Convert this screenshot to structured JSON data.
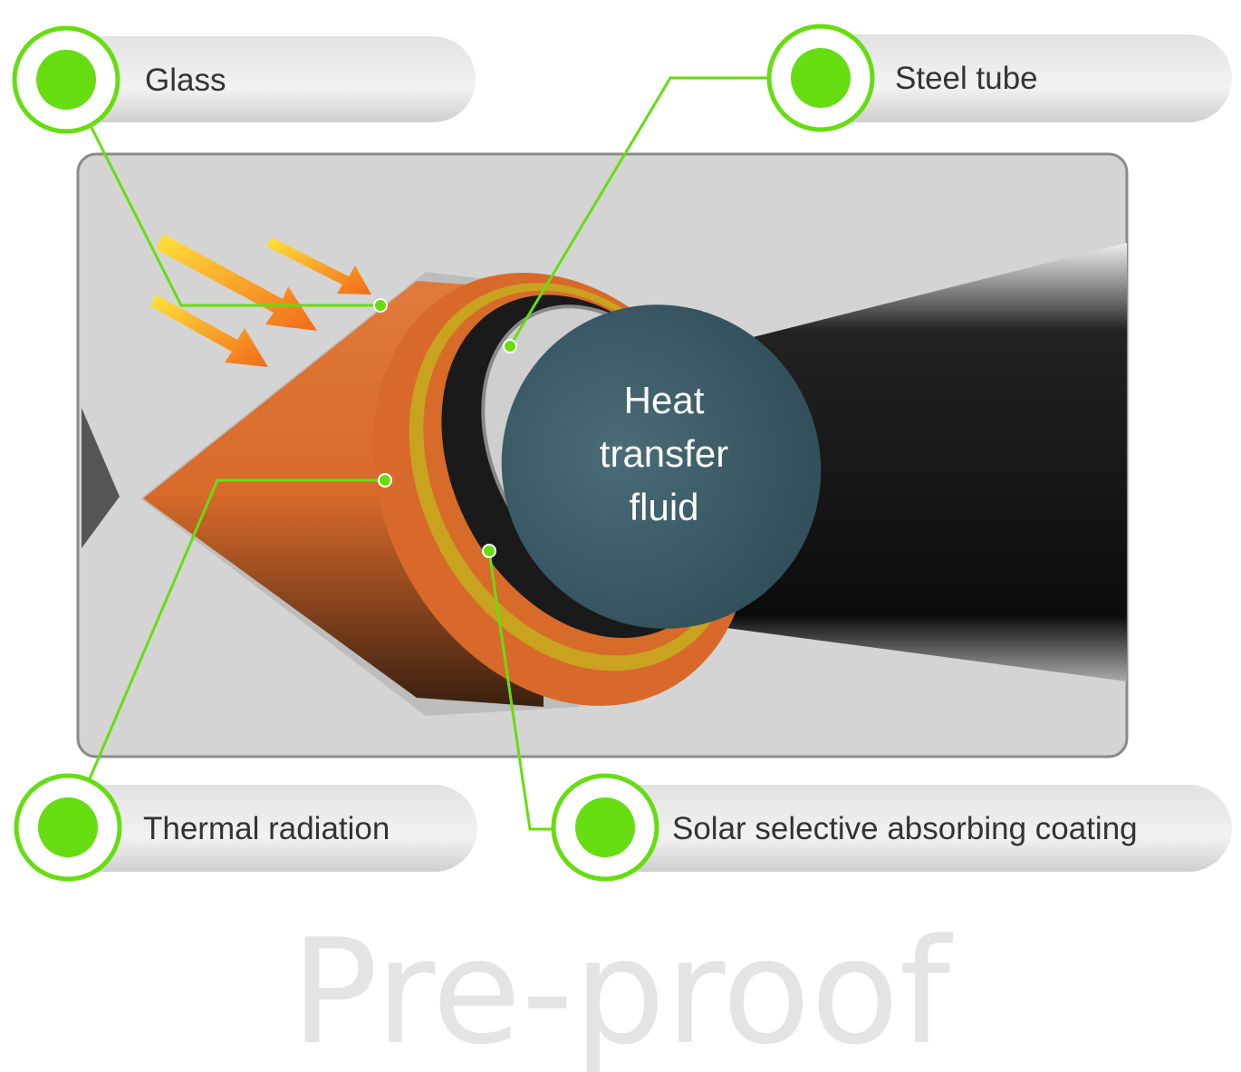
{
  "labels": {
    "glass": "Glass",
    "steel_tube": "Steel tube",
    "thermal_radiation": "Thermal radiation",
    "coating": "Solar selective absorbing coating"
  },
  "center_text": [
    "Heat",
    "transfer",
    "fluid"
  ],
  "watermark": "Pre-proof",
  "colors": {
    "accent_green": "#66dd11",
    "copper": "#d9692a",
    "fluid": "#3b5a66",
    "panel": "#d4d4d4"
  }
}
